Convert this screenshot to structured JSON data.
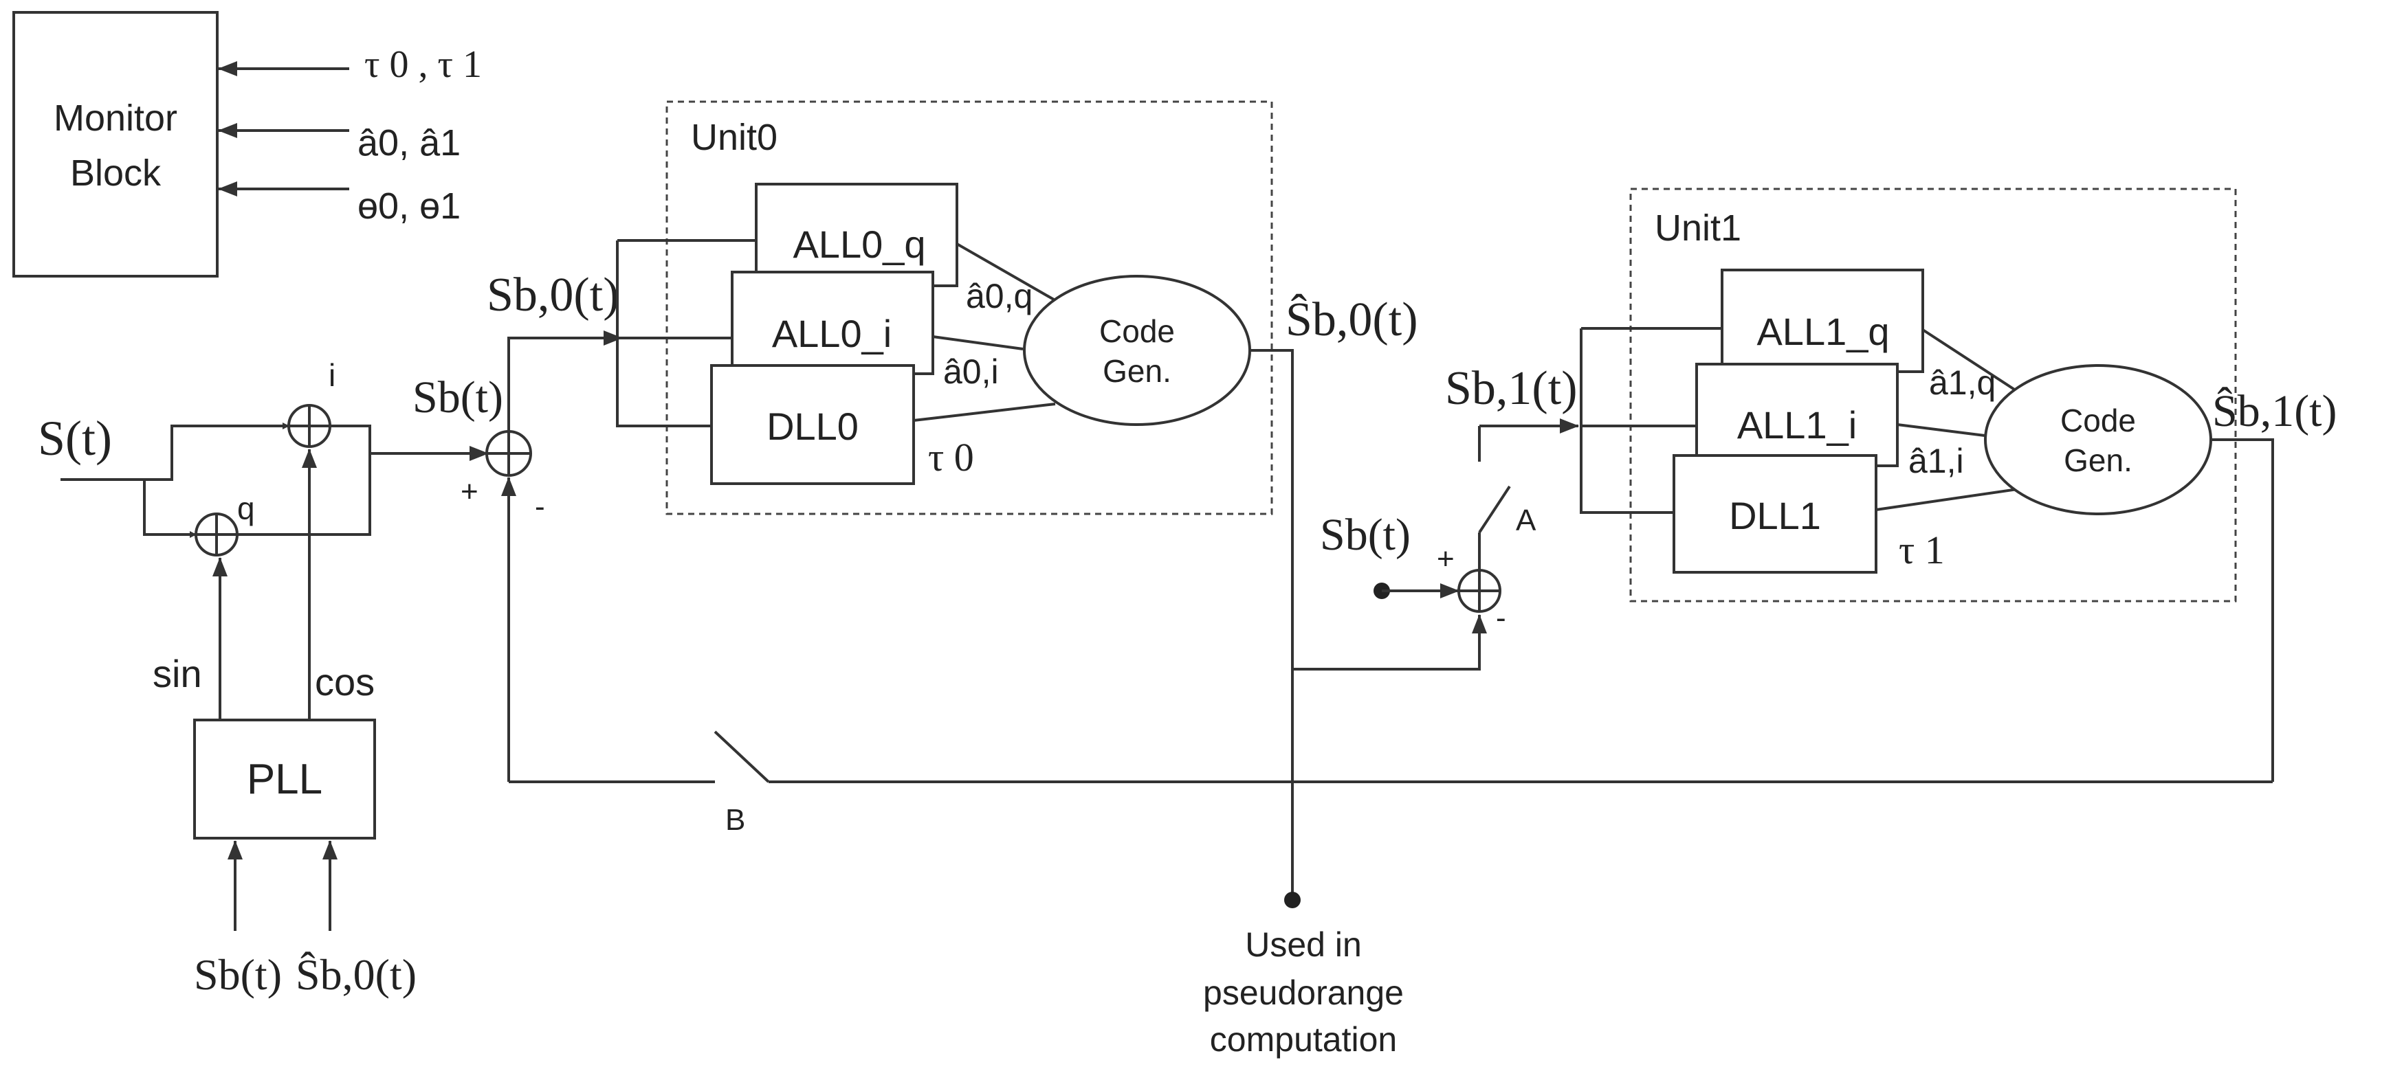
{
  "monitor": {
    "label_line1": "Monitor",
    "label_line2": "Block",
    "inputs": [
      "τ 0 , τ 1",
      "â0, â1",
      "ɵ0, ɵ1"
    ]
  },
  "unit0": {
    "title": "Unit0",
    "all_q": "ALL0_q",
    "all_i": "ALL0_i",
    "dll": "DLL0",
    "codegen_line1": "Code",
    "codegen_line2": "Gen.",
    "a_q": "â0,q",
    "a_i": "â0,i",
    "tau": "τ 0",
    "input_signal": "Sb,0(t)",
    "output_signal": "Ŝb,0(t)"
  },
  "unit1": {
    "title": "Unit1",
    "all_q": "ALL1_q",
    "all_i": "ALL1_i",
    "dll": "DLL1",
    "codegen_line1": "Code",
    "codegen_line2": "Gen.",
    "a_q": "â1,q",
    "a_i": "â1,i",
    "tau": "τ 1",
    "input_signal": "Sb,1(t)",
    "output_signal": "Ŝb,1(t)"
  },
  "front_end": {
    "input_signal": "S(t)",
    "mixer_i": "i",
    "mixer_q": "q",
    "baseband_signal": "Sb(t)",
    "plus": "+",
    "minus": "-",
    "sin": "sin",
    "cos": "cos",
    "pll": "PLL",
    "pll_input_1": "Sb(t)",
    "pll_input_2": "Ŝb,0(t)"
  },
  "switches": {
    "a": "A",
    "b": "B",
    "sb_input": "Sb(t)",
    "plus": "+",
    "minus": "-"
  },
  "output_note": [
    "Used in",
    "pseudorange",
    "computation"
  ]
}
